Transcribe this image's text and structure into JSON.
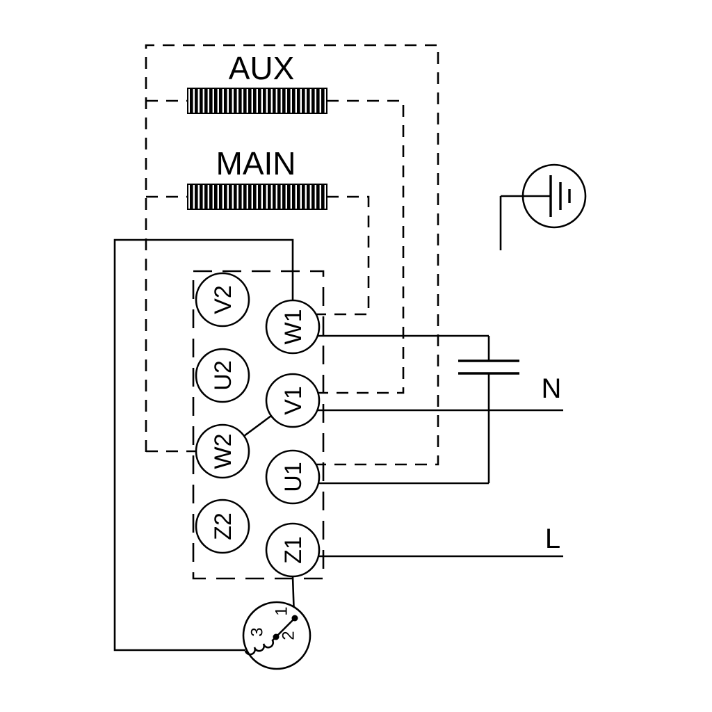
{
  "diagram": {
    "windings": {
      "aux": "AUX",
      "main": "MAIN"
    },
    "supply": {
      "neutral": "N",
      "line": "L"
    },
    "terminals": {
      "v2": "V2",
      "u2": "U2",
      "w2": "W2",
      "z2": "Z2",
      "w1": "W1",
      "v1": "V1",
      "u1": "U1",
      "z1": "Z1"
    },
    "protector": {
      "t1": "1",
      "t2": "2",
      "t3": "3"
    },
    "colors": {
      "stroke": "#000000",
      "background": "#ffffff"
    }
  }
}
